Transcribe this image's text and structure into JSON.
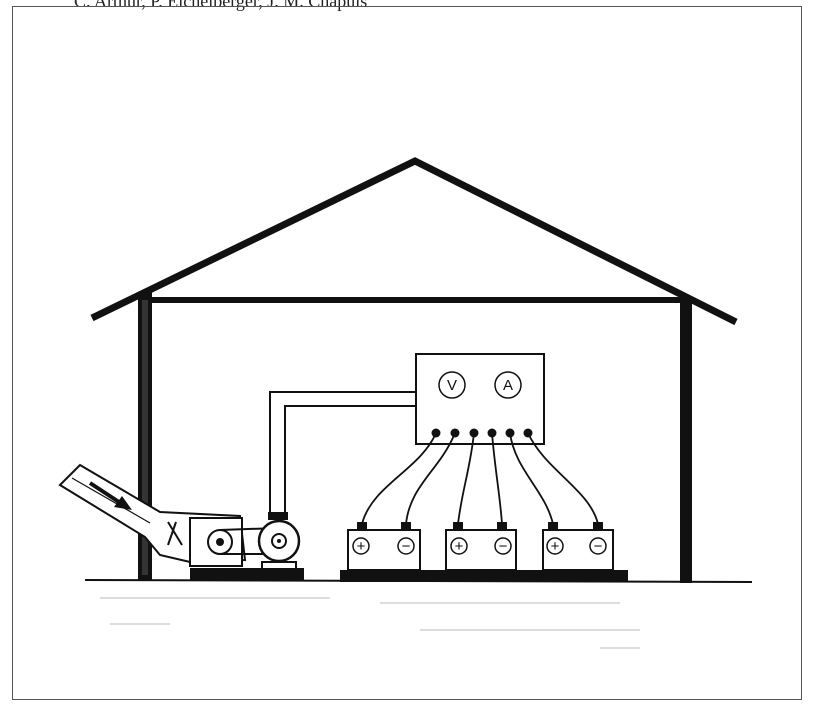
{
  "header": {
    "authors_text": "C. Arthur, P. Eichelberger, J. M. Chapuis"
  },
  "meter_box": {
    "voltmeter_symbol": "V",
    "ammeter_symbol": "A"
  },
  "batteries": [
    {
      "positive_symbol": "+",
      "negative_symbol": "−"
    },
    {
      "positive_symbol": "+",
      "negative_symbol": "−"
    },
    {
      "positive_symbol": "+",
      "negative_symbol": "−"
    }
  ],
  "colors": {
    "ink": "#111111",
    "paper": "#ffffff",
    "frame": "#555555"
  },
  "icons": [
    "flow-arrow-icon",
    "turbine-icon",
    "pulley-icon",
    "generator-icon",
    "voltmeter-icon",
    "ammeter-icon",
    "battery-icon"
  ]
}
